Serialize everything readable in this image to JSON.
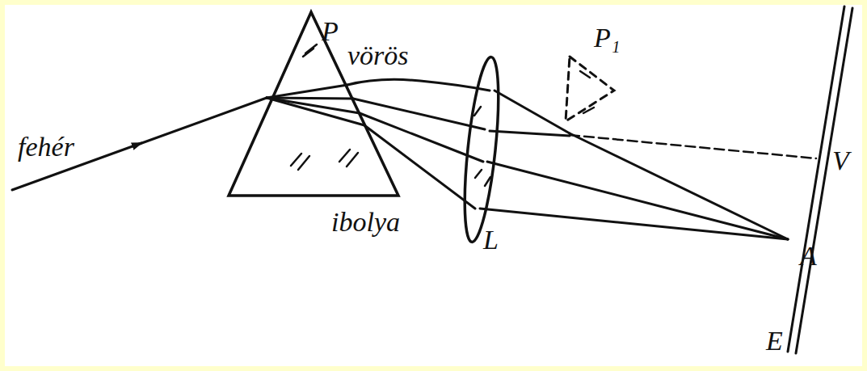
{
  "diagram": {
    "labels": [
      "fehér",
      "P",
      "vörös",
      "P₁",
      "ibolya",
      "L",
      "V",
      "A",
      "E"
    ]
  }
}
